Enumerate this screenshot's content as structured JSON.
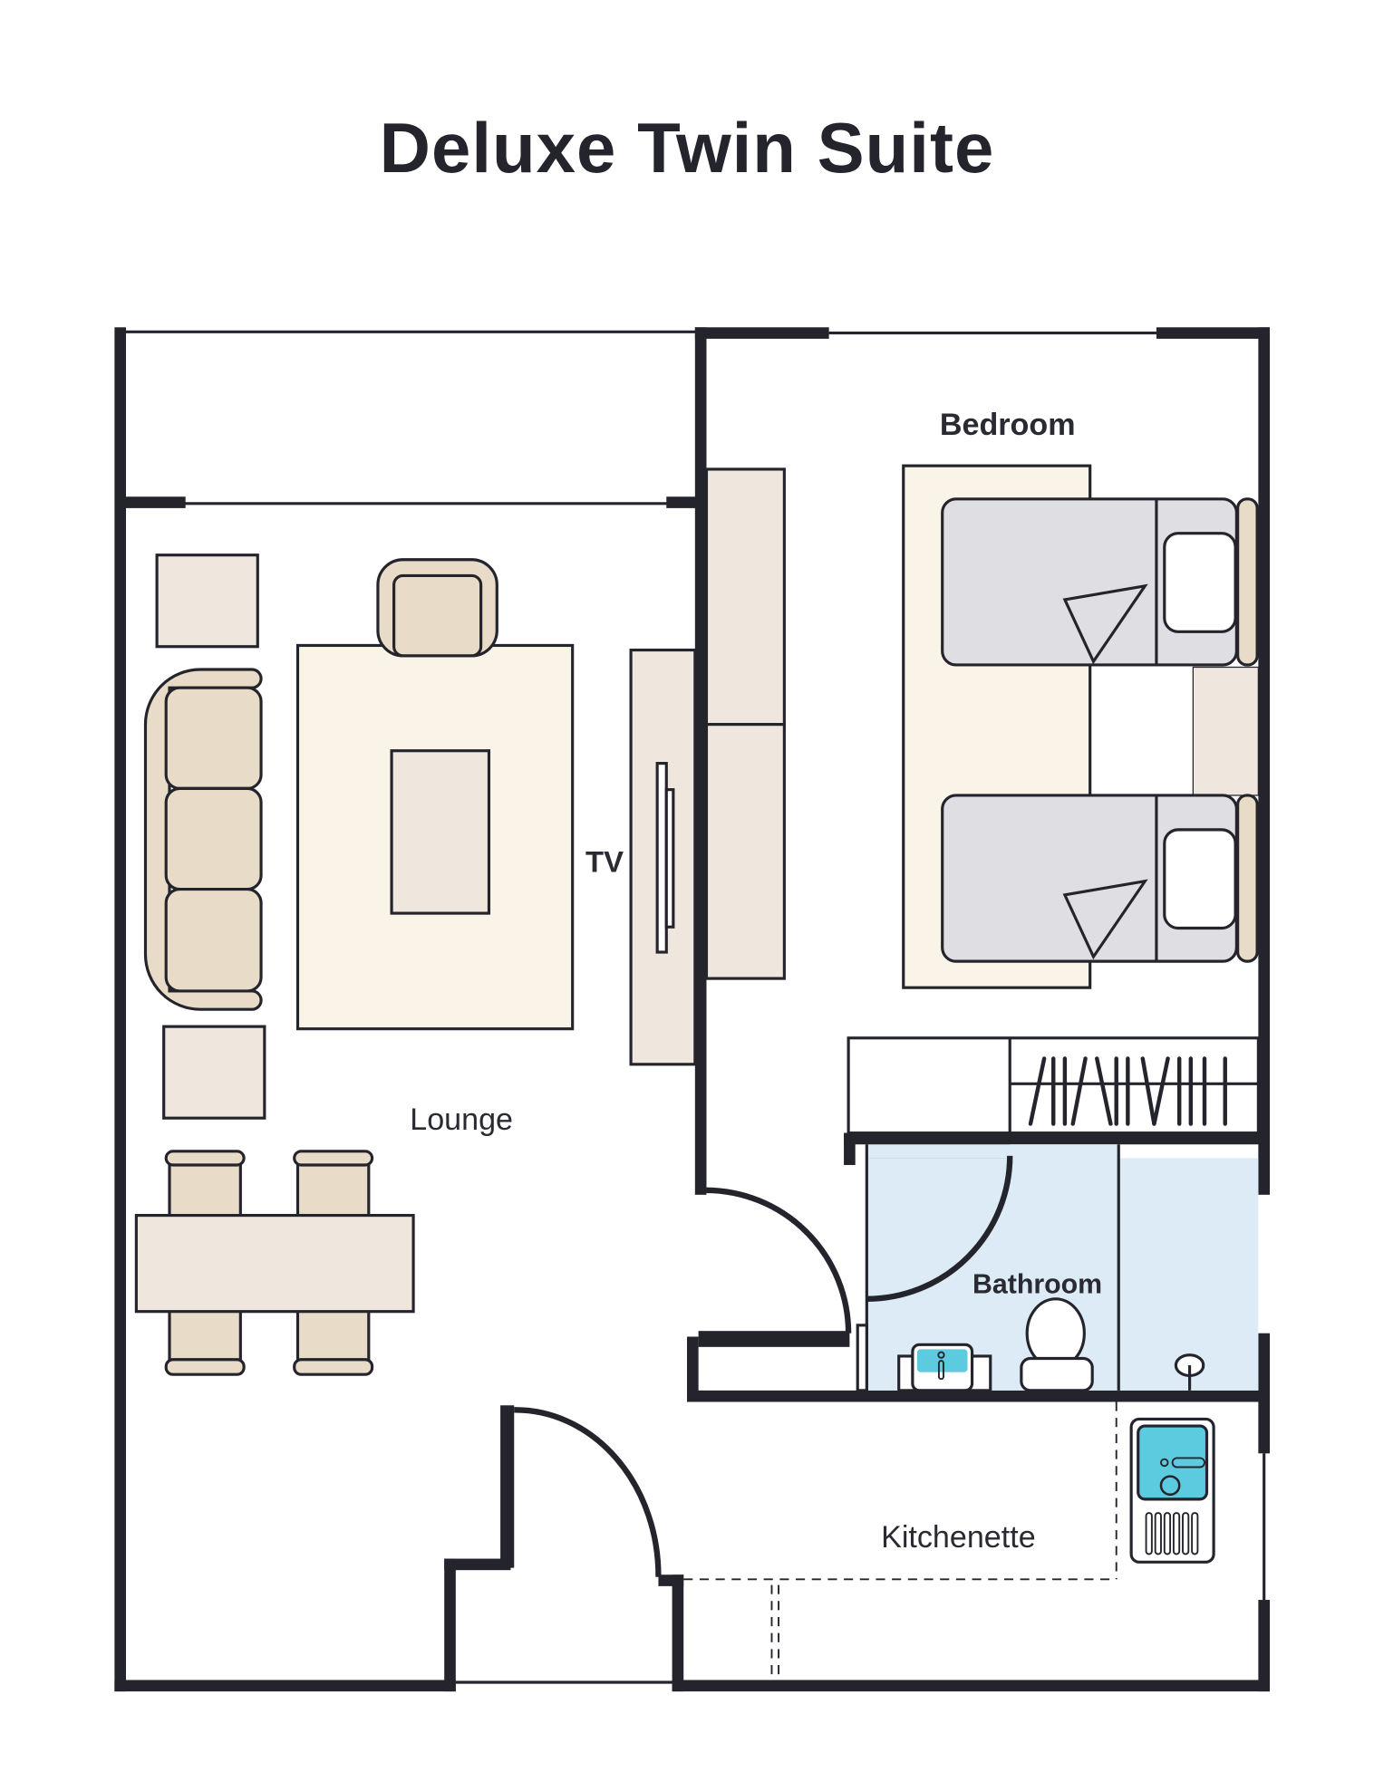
{
  "title": "Deluxe Twin Suite",
  "rooms": {
    "bedroom": "Bedroom",
    "lounge": "Lounge",
    "bathroom": "Bathroom",
    "kitchenette": "Kitchenette",
    "tv": "TV"
  },
  "colors": {
    "wall": "#24242c",
    "furniture_beige": "#e8dcc8",
    "rug_cream": "#faf3e8",
    "cabinet": "#efe7dd",
    "bed_grey": "#dfdfe3",
    "bathroom_blue": "#dcebf5",
    "fixture_cyan": "#5ccbe0"
  }
}
